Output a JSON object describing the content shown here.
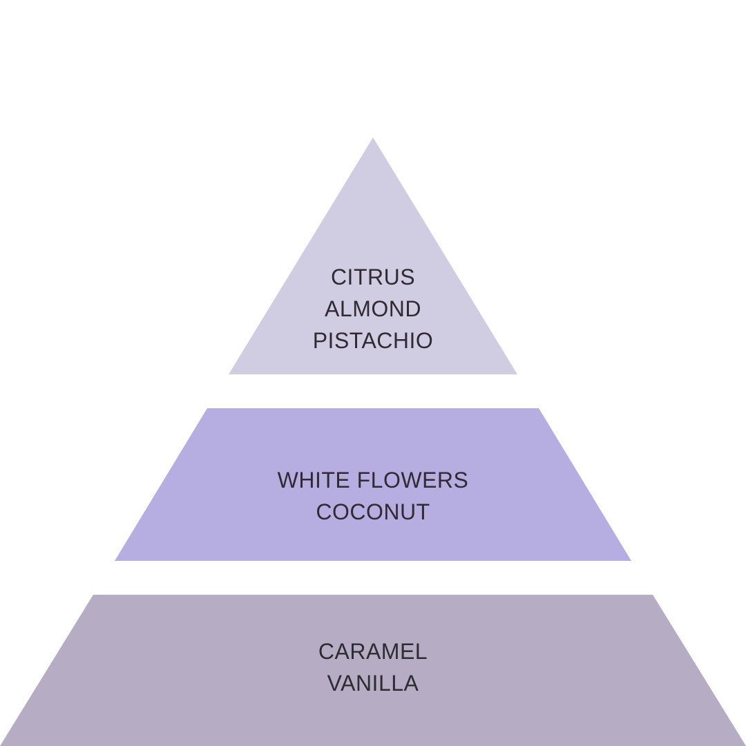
{
  "pyramid": {
    "tiers": [
      {
        "id": "top",
        "lines": [
          "CITRUS",
          "ALMOND",
          "PISTACHIO"
        ],
        "color": "#d0cce1"
      },
      {
        "id": "middle",
        "lines": [
          "WHITE FLOWERS",
          "COCONUT"
        ],
        "color": "#b6aee1"
      },
      {
        "id": "base",
        "lines": [
          "CARAMEL",
          "VANILLA"
        ],
        "color": "#b6adc4"
      }
    ]
  }
}
